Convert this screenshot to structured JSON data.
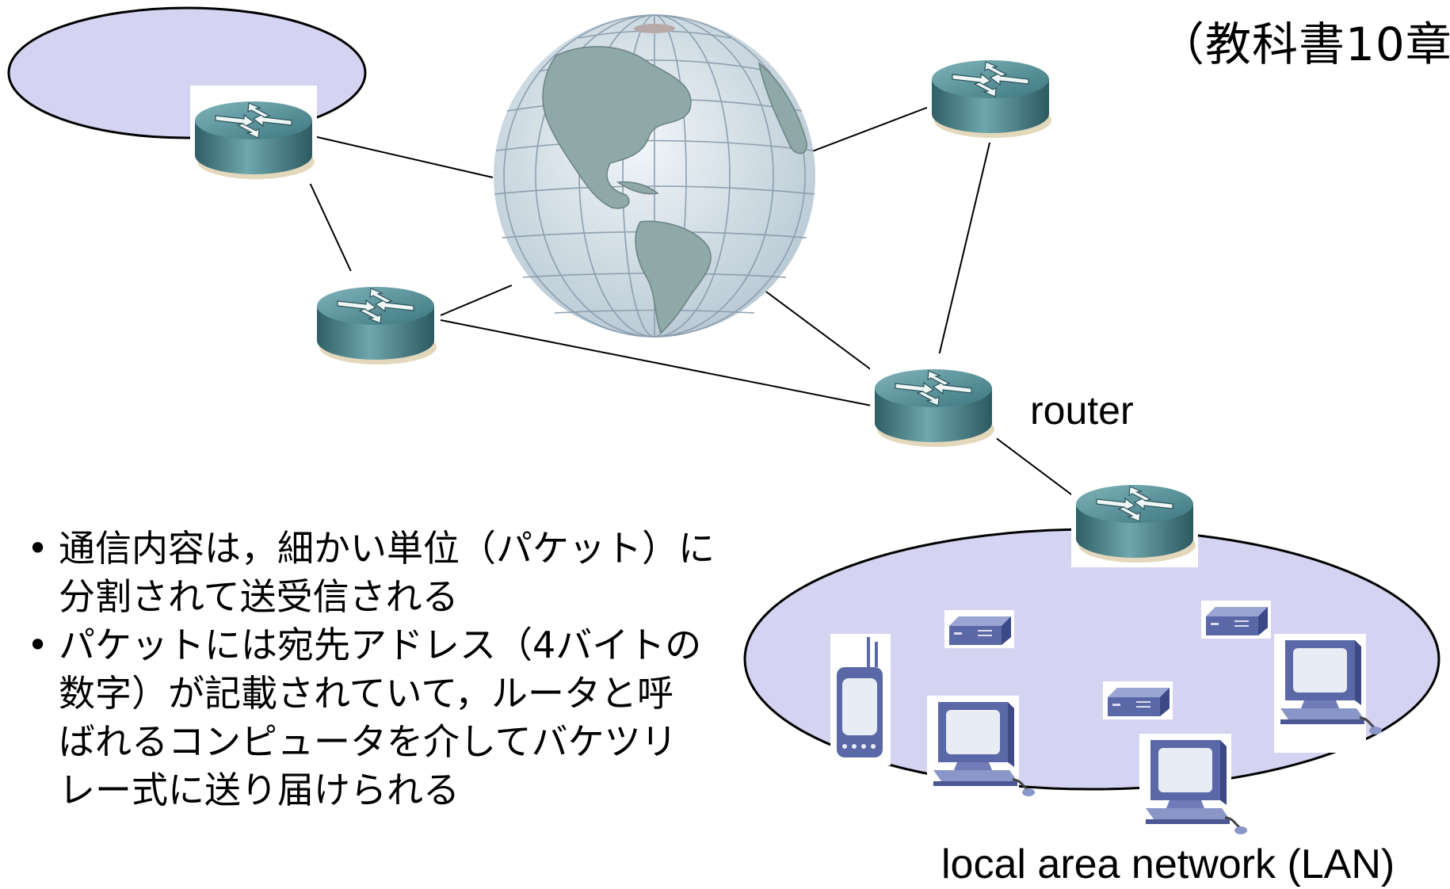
{
  "textbook_ref": "（教科書10章）",
  "router_label": "router",
  "lan_label": "local area network (LAN)",
  "bullets": [
    {
      "line1": "通信内容は，細かい単位（パケット）に",
      "line2": "分割されて送受信される"
    },
    {
      "line1": "パケットには宛先アドレス（4バイトの",
      "line2": "数字）が記載されていて，ルータと呼",
      "line3": "ばれるコンピュータを介してバケツリ",
      "line4": "レー式に送り届けられる"
    }
  ],
  "bullet_glyph": "•",
  "colors": {
    "network_fill": "#d5d3f2",
    "router_body": "#3f7b84",
    "router_top": "#6aa2aa",
    "globe_water": "#d6e3ec",
    "globe_land": "#8fa8a8",
    "device_blue": "#5a6aa8",
    "line": "#000000"
  },
  "icons": [
    "router-icon",
    "globe-icon",
    "desktop-computer-icon",
    "hub-icon",
    "mobile-handset-icon"
  ]
}
